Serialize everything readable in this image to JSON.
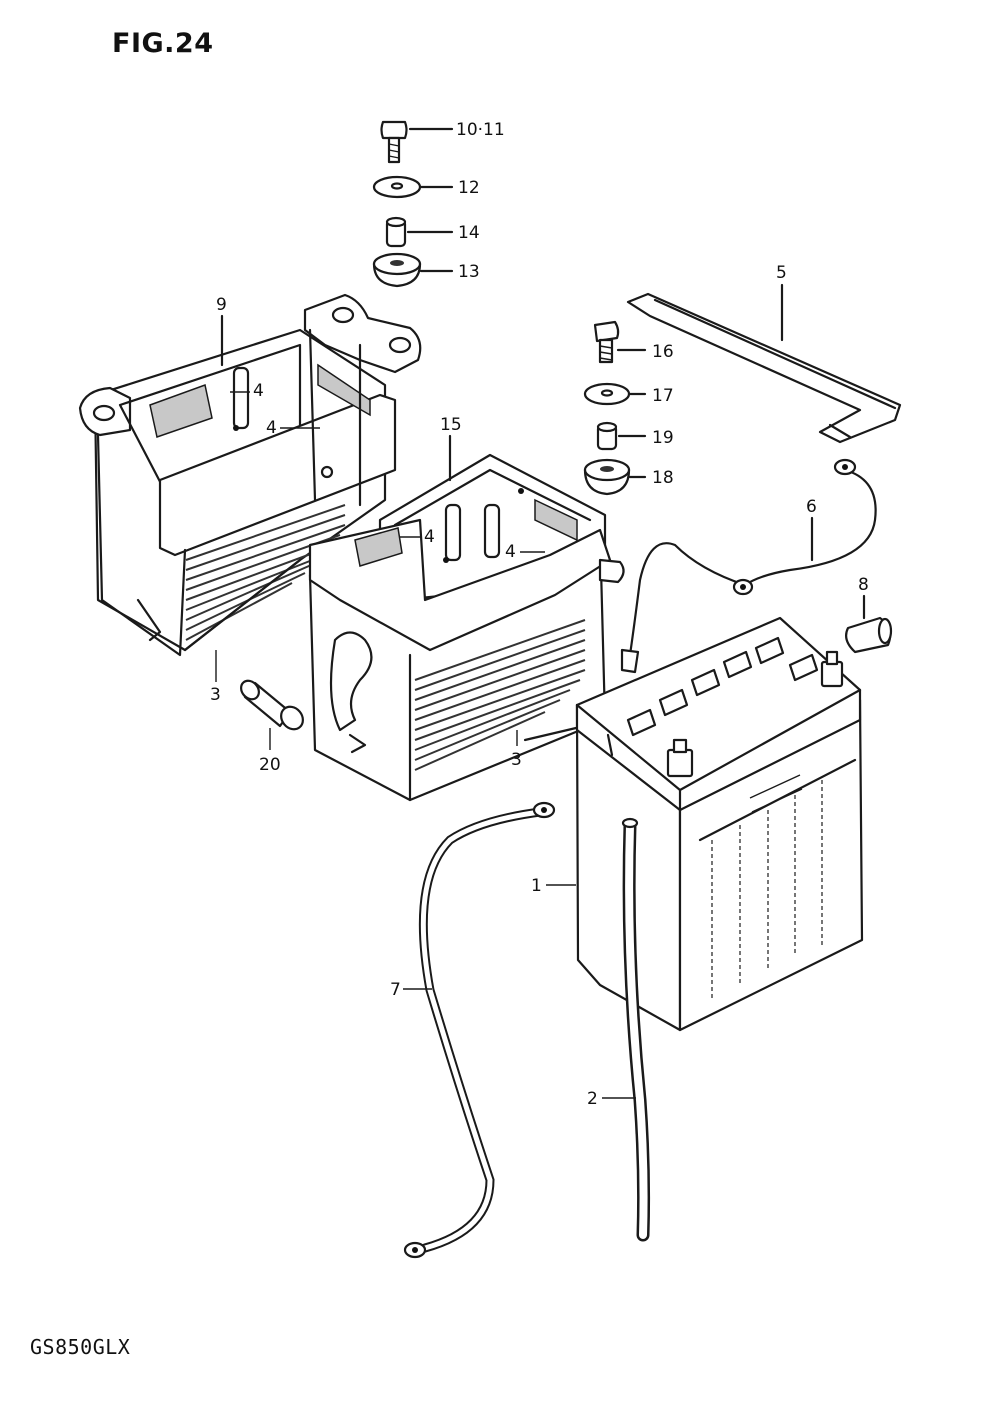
{
  "figure": {
    "title": "FIG.24",
    "model": "GS850GLX"
  },
  "callouts": {
    "p1": "1",
    "p2": "2",
    "p3a": "3",
    "p3b": "3",
    "p4a": "4",
    "p4b": "4",
    "p4c": "4",
    "p4d": "4",
    "p5": "5",
    "p6": "6",
    "p7": "7",
    "p8": "8",
    "p9": "9",
    "p10_11": "10·11",
    "p12": "12",
    "p13": "13",
    "p14": "14",
    "p15": "15",
    "p16": "16",
    "p17": "17",
    "p18": "18",
    "p19": "19",
    "p20": "20"
  }
}
